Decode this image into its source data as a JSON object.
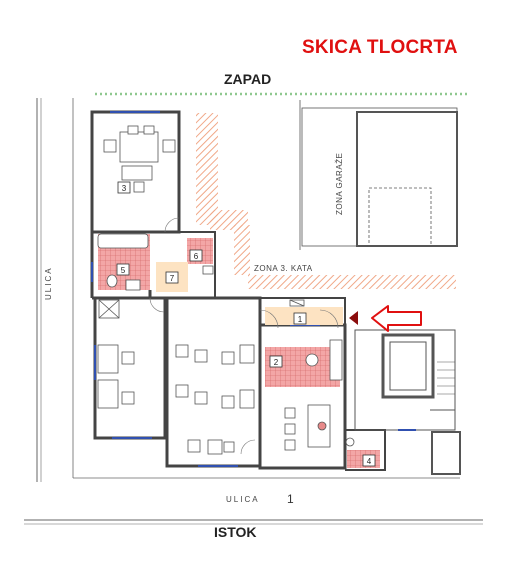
{
  "title": "SKICA TLOCRTA",
  "labels": {
    "zapad": "ZAPAD",
    "istok": "ISTOK",
    "ulica_bottom": "ULICA",
    "ulica_bottom_number": "1",
    "ulica_left": "ULICA",
    "zona_3_kata": "ZONA 3. KATA",
    "zona_garaze": "ZONA GARAŽE"
  },
  "room_numbers": [
    "1",
    "2",
    "3",
    "4",
    "5",
    "6",
    "7"
  ],
  "colors": {
    "title": "#e01010",
    "arrow": "#e01010",
    "marker": "#8b0d0d",
    "hatch": "#f0a888",
    "wall": "#444444",
    "wet_room": "#e88a8a",
    "highlight": "#fde3c2",
    "window": "#3050b0",
    "hedge": "#8fc88f"
  }
}
